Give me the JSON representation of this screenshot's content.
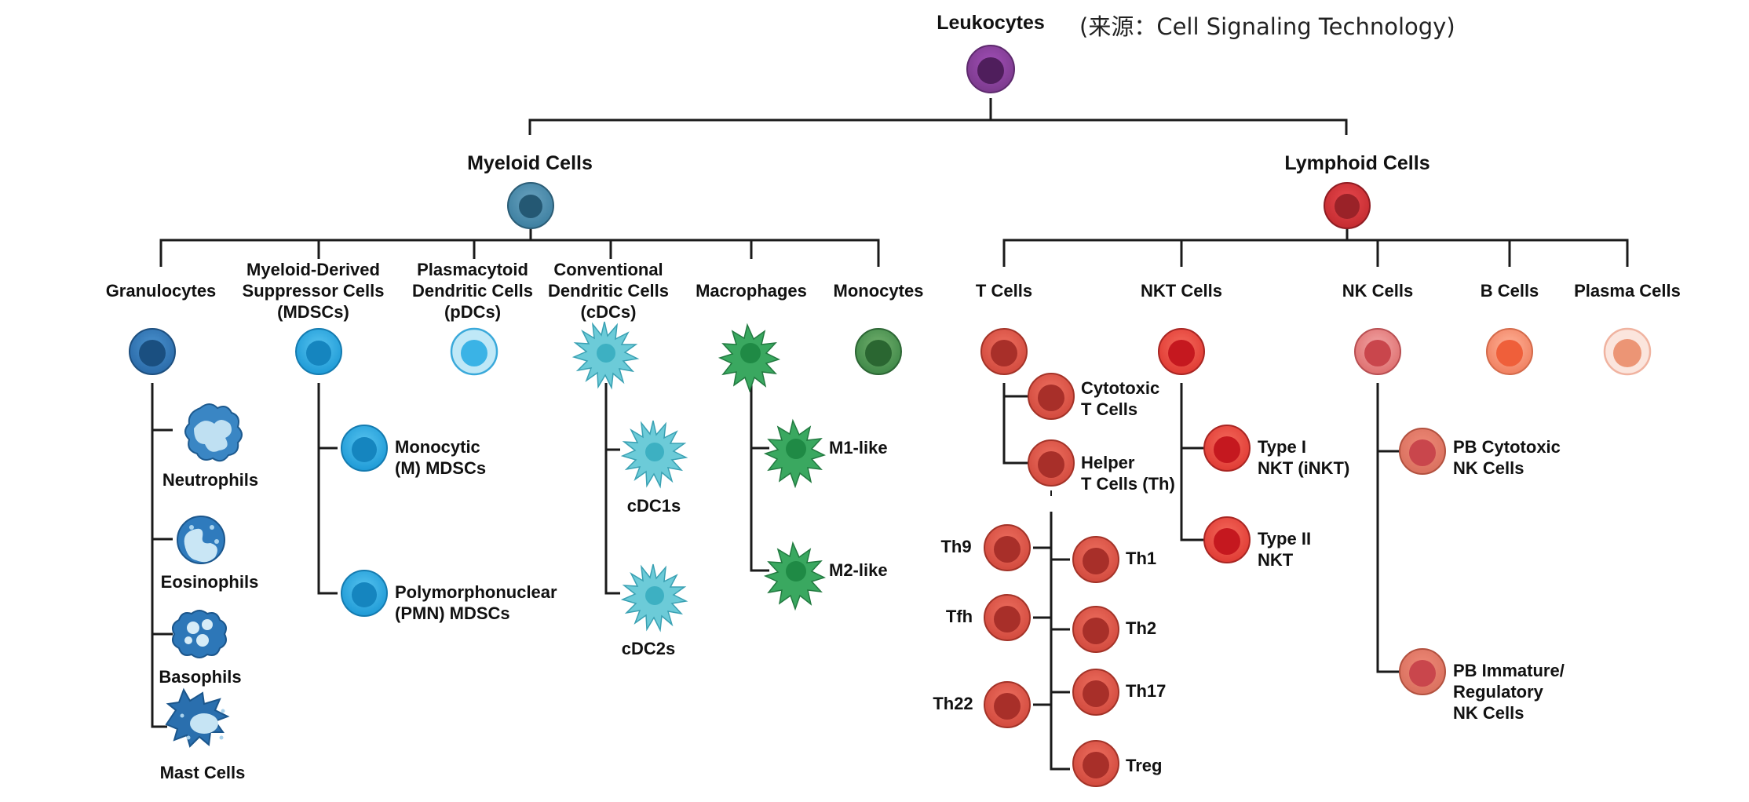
{
  "root": {
    "label": "Leukocytes",
    "source": "(来源：Cell Signaling Technology)",
    "color": "#7b3a8c"
  },
  "myeloid": {
    "label": "Myeloid Cells",
    "color": "#2f6f8f",
    "types": {
      "granulocytes": {
        "label": "Granulocytes",
        "color": "#2a6aa8",
        "children": {
          "neutrophils": "Neutrophils",
          "eosinophils": "Eosinophils",
          "basophils": "Basophils",
          "mast": "Mast Cells"
        }
      },
      "mdsc": {
        "label": [
          "Myeloid-Derived",
          "Suppressor Cells",
          "(MDSCs)"
        ],
        "color": "#1e9ad6",
        "children": {
          "m": [
            "Monocytic",
            "(M) MDSCs"
          ],
          "pmn": [
            "Polymorphonuclear",
            "(PMN) MDSCs"
          ]
        }
      },
      "pdc": {
        "label": [
          "Plasmacytoid",
          "Dendritic Cells",
          "(pDCs)"
        ],
        "color": "#5cc3ea"
      },
      "cdc": {
        "label": [
          "Conventional",
          "Dendritic Cells",
          "(cDCs)"
        ],
        "color": "#4fb9c9",
        "children": {
          "cdc1": "cDC1s",
          "cdc2": "cDC2s"
        }
      },
      "macrophages": {
        "label": "Macrophages",
        "color": "#2f9a55",
        "children": {
          "m1": "M1-like",
          "m2": "M2-like"
        }
      },
      "monocytes": {
        "label": "Monocytes",
        "color": "#3f8848"
      }
    }
  },
  "lymphoid": {
    "label": "Lymphoid Cells",
    "color": "#c42b30",
    "types": {
      "t": {
        "label": "T Cells",
        "color": "#d24a3e",
        "children": {
          "cytotoxic": [
            "Cytotoxic",
            "T Cells"
          ],
          "helper": [
            "Helper",
            "T Cells (Th)"
          ],
          "helper_subsets": {
            "th9": "Th9",
            "tfh": "Tfh",
            "th22": "Th22",
            "th1": "Th1",
            "th2": "Th2",
            "th17": "Th17",
            "treg": "Treg"
          }
        }
      },
      "nkt": {
        "label": "NKT Cells",
        "color": "#e03b34",
        "children": {
          "type1": [
            "Type I",
            "NKT (iNKT)"
          ],
          "type2": [
            "Type II",
            "NKT"
          ]
        }
      },
      "nk": {
        "label": "NK Cells",
        "color": "#de6f6f",
        "children": {
          "pb_cyto": [
            "PB Cytotoxic",
            "NK Cells"
          ],
          "pb_immature": [
            "PB Immature/",
            "Regulatory",
            "NK Cells"
          ]
        }
      },
      "b": {
        "label": "B Cells",
        "color": "#f08060"
      },
      "plasma": {
        "label": "Plasma Cells",
        "color": "#f2a088"
      }
    }
  }
}
